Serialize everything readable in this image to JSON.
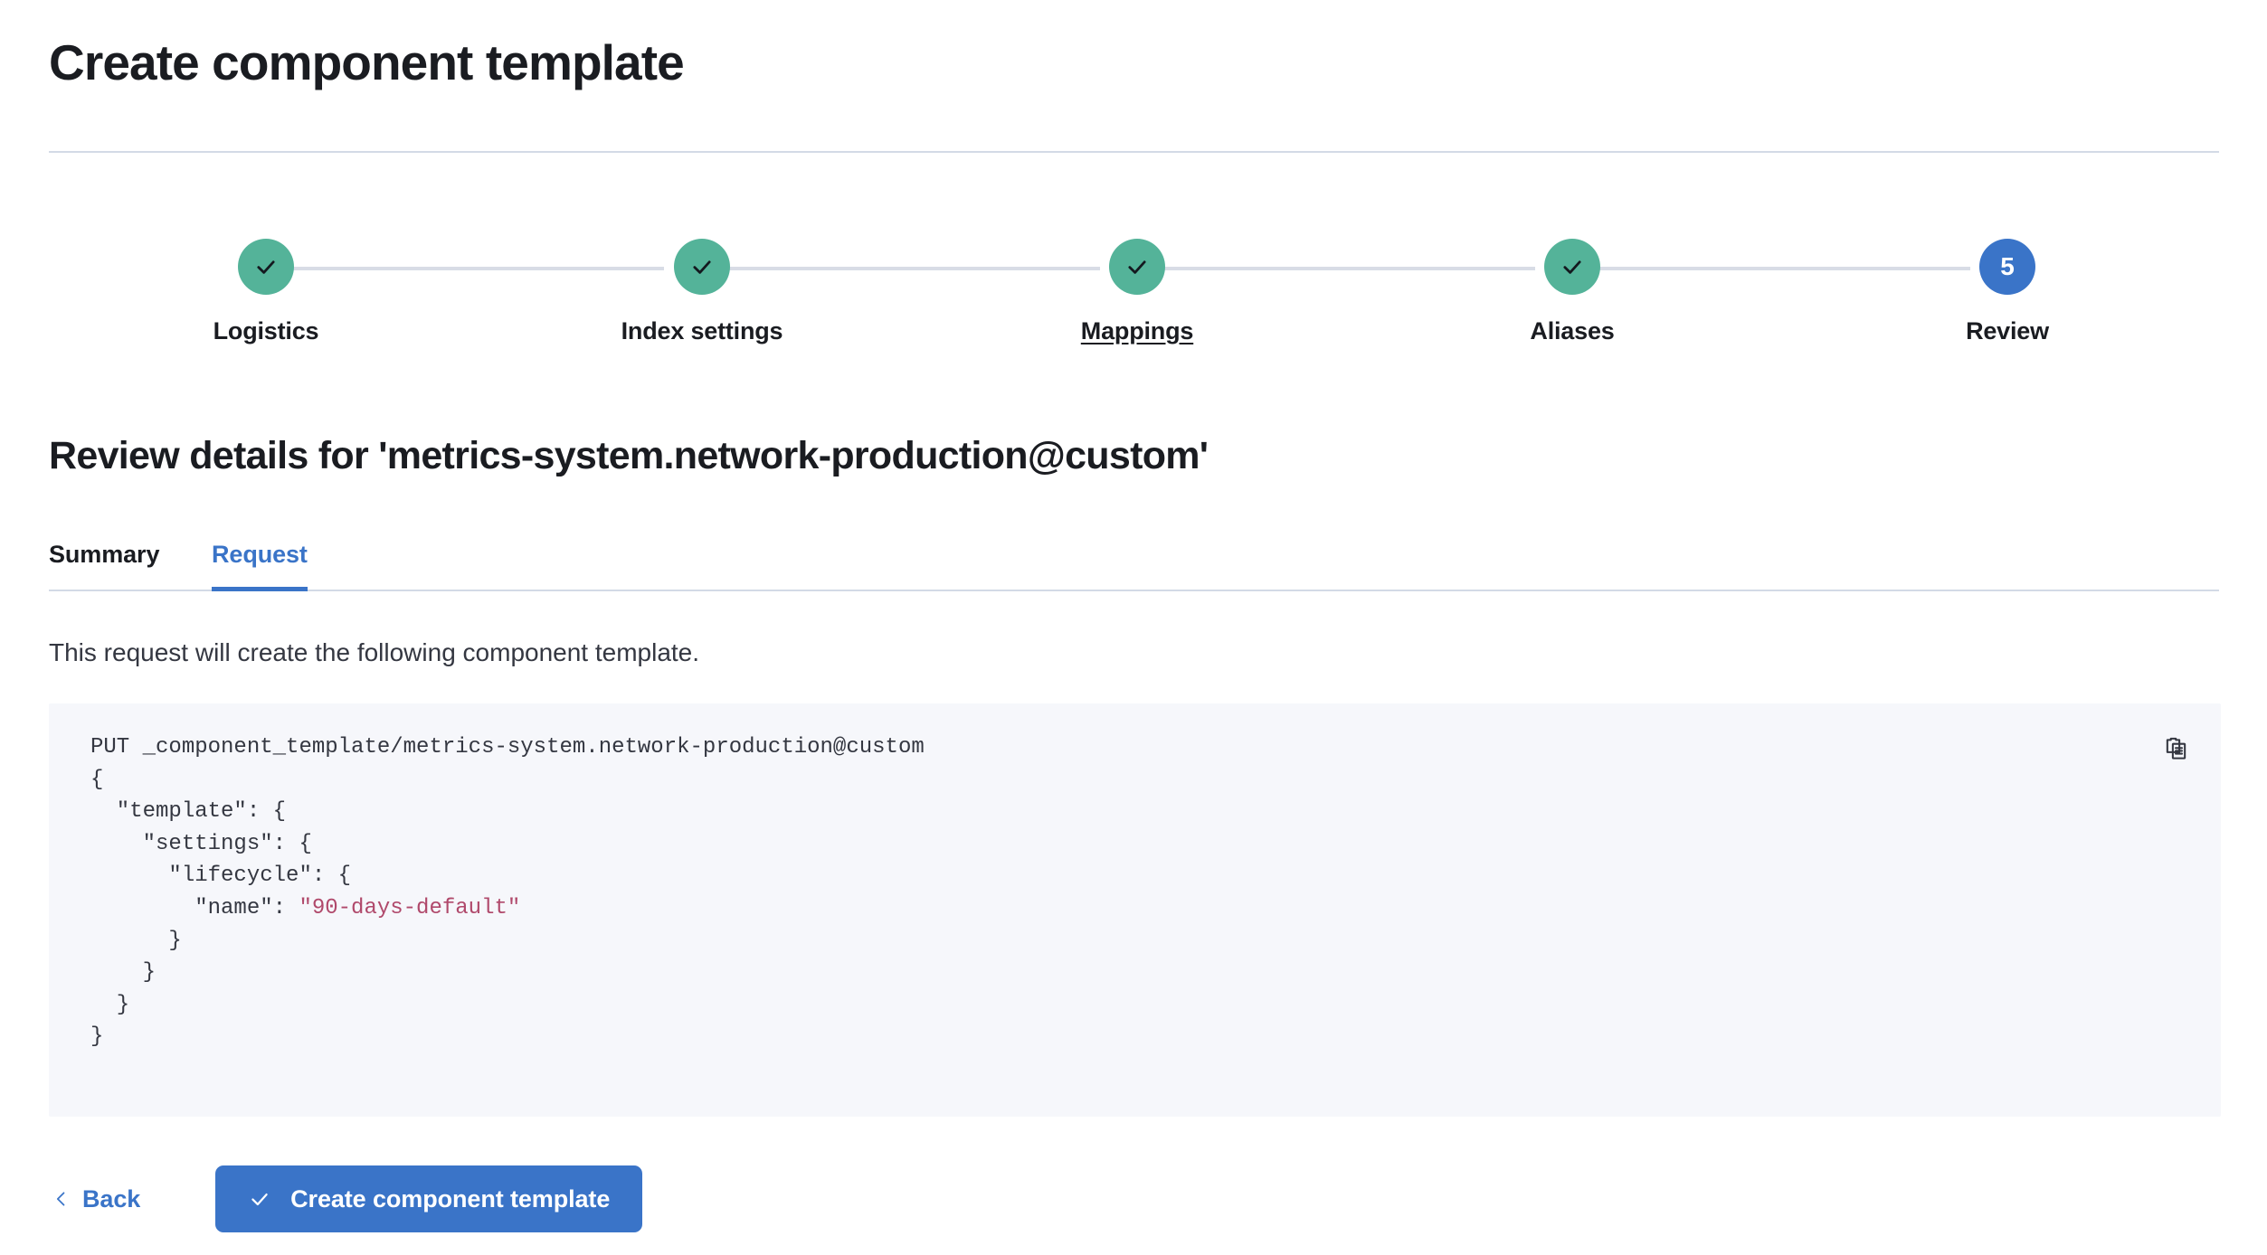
{
  "header": {
    "title": "Create component template"
  },
  "stepper": {
    "steps": [
      {
        "label": "Logistics",
        "state": "complete",
        "number": "1",
        "hovered": false
      },
      {
        "label": "Index settings",
        "state": "complete",
        "number": "2",
        "hovered": false
      },
      {
        "label": "Mappings",
        "state": "complete",
        "number": "3",
        "hovered": true
      },
      {
        "label": "Aliases",
        "state": "complete",
        "number": "4",
        "hovered": false
      },
      {
        "label": "Review",
        "state": "current",
        "number": "5",
        "hovered": false
      }
    ],
    "complete_color": "#54b399",
    "current_color": "#3a74c8",
    "line_color": "#d8dce6"
  },
  "review": {
    "heading": "Review details for 'metrics-system.network-production@custom'",
    "tabs": [
      {
        "label": "Summary",
        "active": false
      },
      {
        "label": "Request",
        "active": true
      }
    ],
    "description": "This request will create the following component template.",
    "accent_color": "#3a74c8"
  },
  "code": {
    "request_line": "PUT _component_template/metrics-system.network-production@custom",
    "body_lines": [
      "{",
      "  \"template\": {",
      "    \"settings\": {",
      "      \"lifecycle\": {",
      "        \"name\": ",
      "      }",
      "    }",
      "  }",
      "}"
    ],
    "string_value": "\"90-days-default\"",
    "full_text": "PUT _component_template/metrics-system.network-production@custom\n{\n  \"template\": {\n    \"settings\": {\n      \"lifecycle\": {\n        \"name\": \"90-days-default\"\n      }\n    }\n  }\n}",
    "background_color": "#f6f7fb",
    "string_color": "#b0496b",
    "copy_icon": "copy-clipboard-icon"
  },
  "footer": {
    "back_label": "Back",
    "back_icon": "chevron-left-icon",
    "create_label": "Create component template",
    "create_icon": "check-icon",
    "create_color": "#3a74c8"
  }
}
